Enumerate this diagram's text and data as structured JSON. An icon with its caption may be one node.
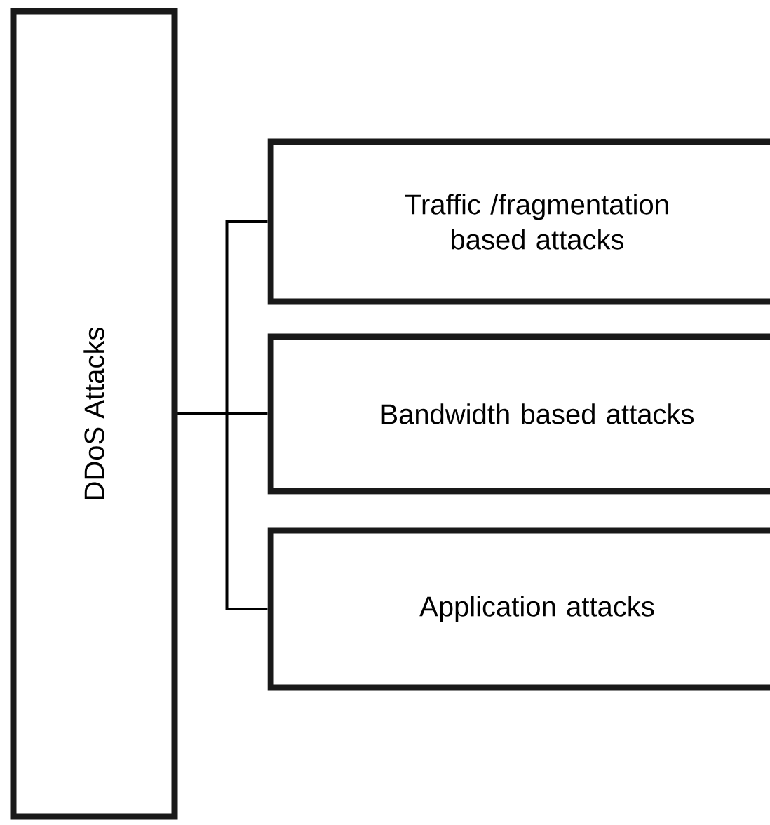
{
  "diagram": {
    "nodes": [
      {
        "text": [
          "DDoS Attacks"
        ]
      },
      {
        "text": [
          "Traffic /fragmentation based attacks"
        ]
      },
      {
        "text": [
          "Bandwidth based attacks"
        ]
      },
      {
        "text": [
          "Application attacks"
        ]
      }
    ],
    "edges": [
      {
        "from": 0,
        "to": 1,
        "arrow": "none"
      },
      {
        "from": 0,
        "to": 2,
        "arrow": "none"
      },
      {
        "from": 0,
        "to": 3,
        "arrow": "none"
      }
    ]
  }
}
